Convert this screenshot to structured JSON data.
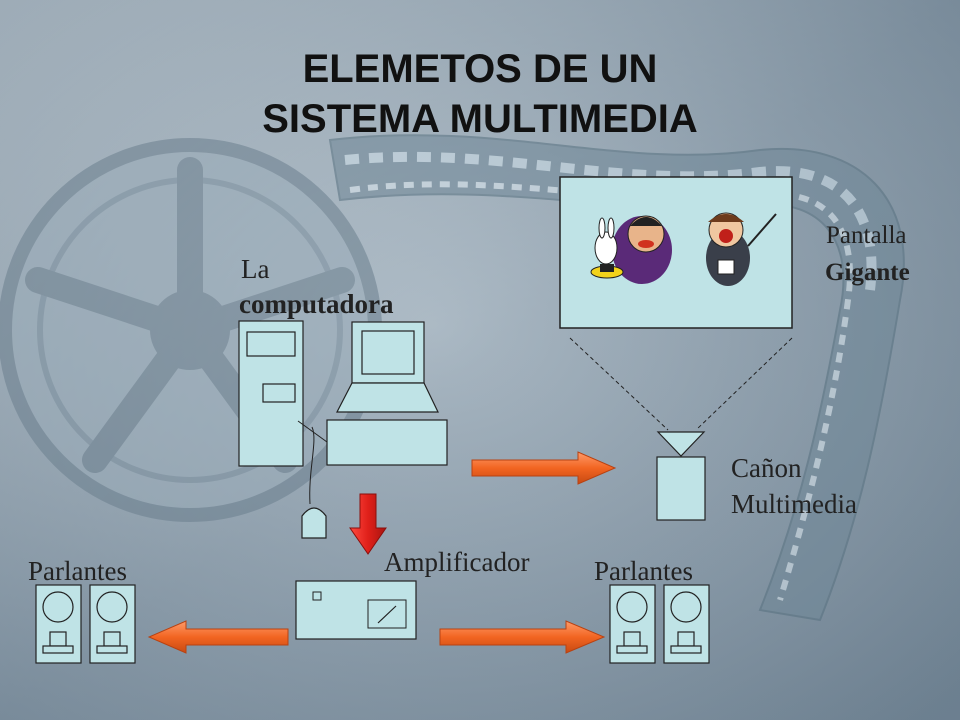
{
  "title": {
    "line1": "ELEMETOS DE UN",
    "line2": "SISTEMA MULTIMEDIA"
  },
  "labels": {
    "computer_line1": "La",
    "computer_line2": "computadora",
    "screen_line1": "Pantalla",
    "screen_line2": "Gigante",
    "projector_line1": "Cañon",
    "projector_line2": "Multimedia",
    "amplifier": "Amplificador",
    "speakers_left": "Parlantes",
    "speakers_right": "Parlantes"
  },
  "colors": {
    "device_fill": "#bfe3e6",
    "device_stroke": "#222222",
    "arrow_orange": "#f26522",
    "arrow_red": "#e0201a",
    "background": "#8fa3b2"
  },
  "icons": {
    "screen_content": "magician-cartoon",
    "background_art": "film-reel-and-strip"
  }
}
